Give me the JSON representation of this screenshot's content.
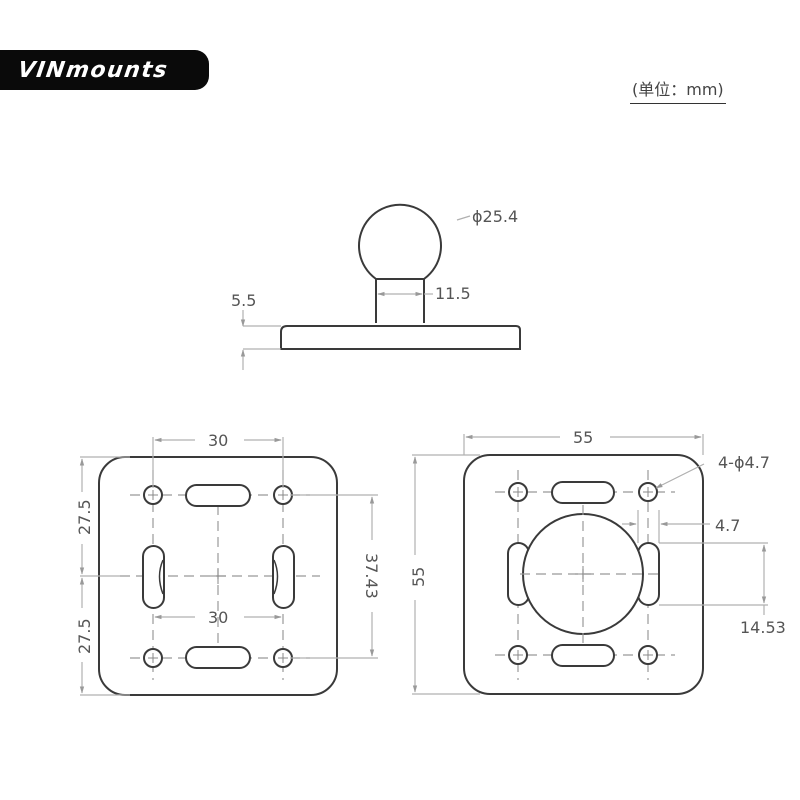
{
  "brand": {
    "logo_text": "VINmounts"
  },
  "unit_label": "(单位：mm)",
  "side_view": {
    "ball_diameter": "ϕ25.4",
    "neck_width": "11.5",
    "base_thickness": "5.5"
  },
  "left_plate": {
    "top_hole_spacing": "30",
    "middle_slot_spacing": "30",
    "upper_half_height": "27.5",
    "lower_half_height": "27.5",
    "vertical_hole_spacing": "37.43"
  },
  "right_plate": {
    "width": "55",
    "height": "55",
    "hole_spec": "4-ϕ4.7",
    "slot_width": "4.7",
    "slot_length": "14.53"
  },
  "colors": {
    "line": "#3a3a3a",
    "dim_line": "#b0b0b0",
    "text": "#555555",
    "logo_bg": "#0a0a0a"
  }
}
